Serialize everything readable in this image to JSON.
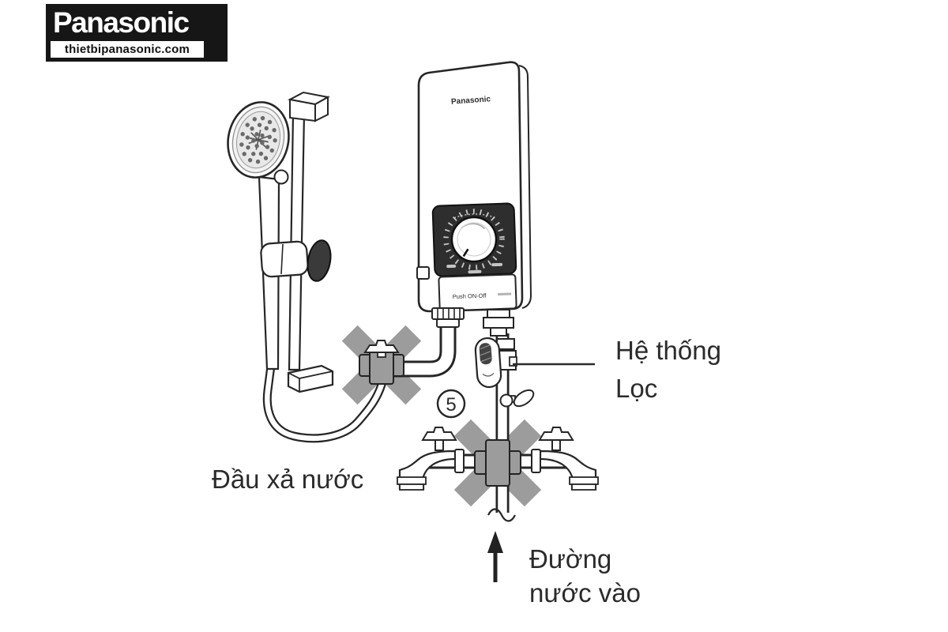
{
  "logo": {
    "brand": "Panasonic",
    "site": "thietbipanasonic.com",
    "bg_color": "#161616",
    "text_color": "#ffffff"
  },
  "diagram": {
    "step_number": "5",
    "heater": {
      "brand": "Panasonic",
      "switch_label": "Push ON-Off"
    },
    "labels": {
      "filter_line1": "Hệ thống",
      "filter_line2": "Lọc",
      "outlet": "Đầu xả nước",
      "inlet_line1": "Đường",
      "inlet_line2": "nước vào"
    },
    "colors": {
      "line": "#262626",
      "x_mark": "#9c9c9c",
      "panel_dark": "#2e2e2e",
      "label_text": "#2b2b2b"
    }
  }
}
